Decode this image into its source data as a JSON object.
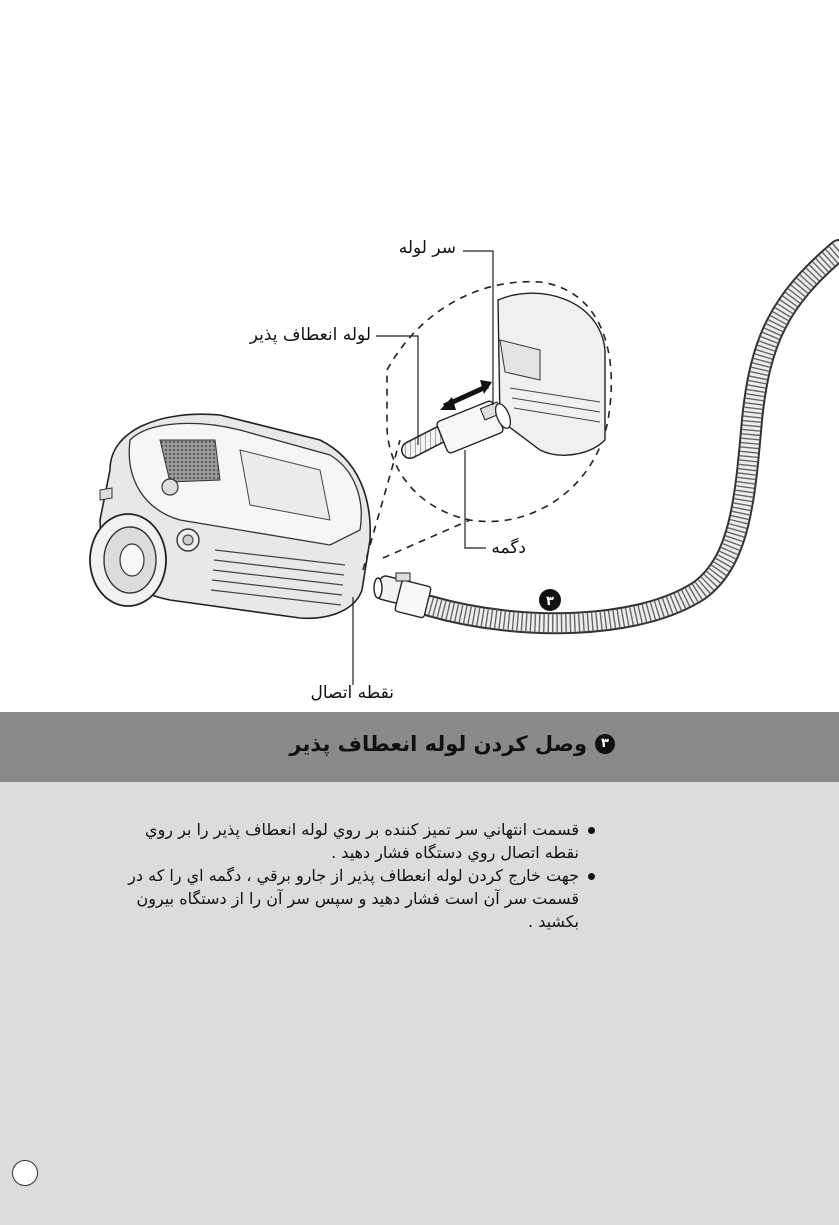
{
  "labels": {
    "hose_head": "سر لوله",
    "flexible_hose": "لوله انعطاف پذیر",
    "button": "دگمه",
    "connection_point": "نقطه اتصال"
  },
  "step_number": "۳",
  "section": {
    "number": "۳",
    "title": "وصل كردن لوله انعطاف پذير"
  },
  "instructions": [
    "قسمت انتهاني سر تميز كننده بر روي لوله انعطاف پذير را بر روي نقطه اتصال روي دستگاه فشار دهيد .",
    "جهت خارج كردن لوله انعطاف پذير از جارو برقي ، دگمه اي را كه در قسمت سر آن است فشار دهيد و سپس سر آن را از دستگاه بيرون بكشيد ."
  ]
}
